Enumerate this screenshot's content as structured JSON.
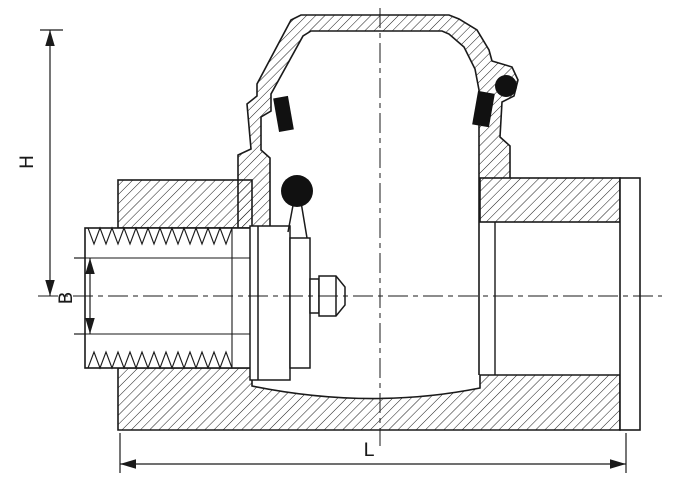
{
  "colors": {
    "ink": "#1a1a1a",
    "background": "#ffffff"
  },
  "diagram": {
    "description": "Cross-section technical drawing of a swing check valve with hatched cut surfaces, threaded ports, disc assembly and dimension callouts",
    "dimension_labels": {
      "h": "H",
      "b": "B",
      "l": "L"
    }
  }
}
